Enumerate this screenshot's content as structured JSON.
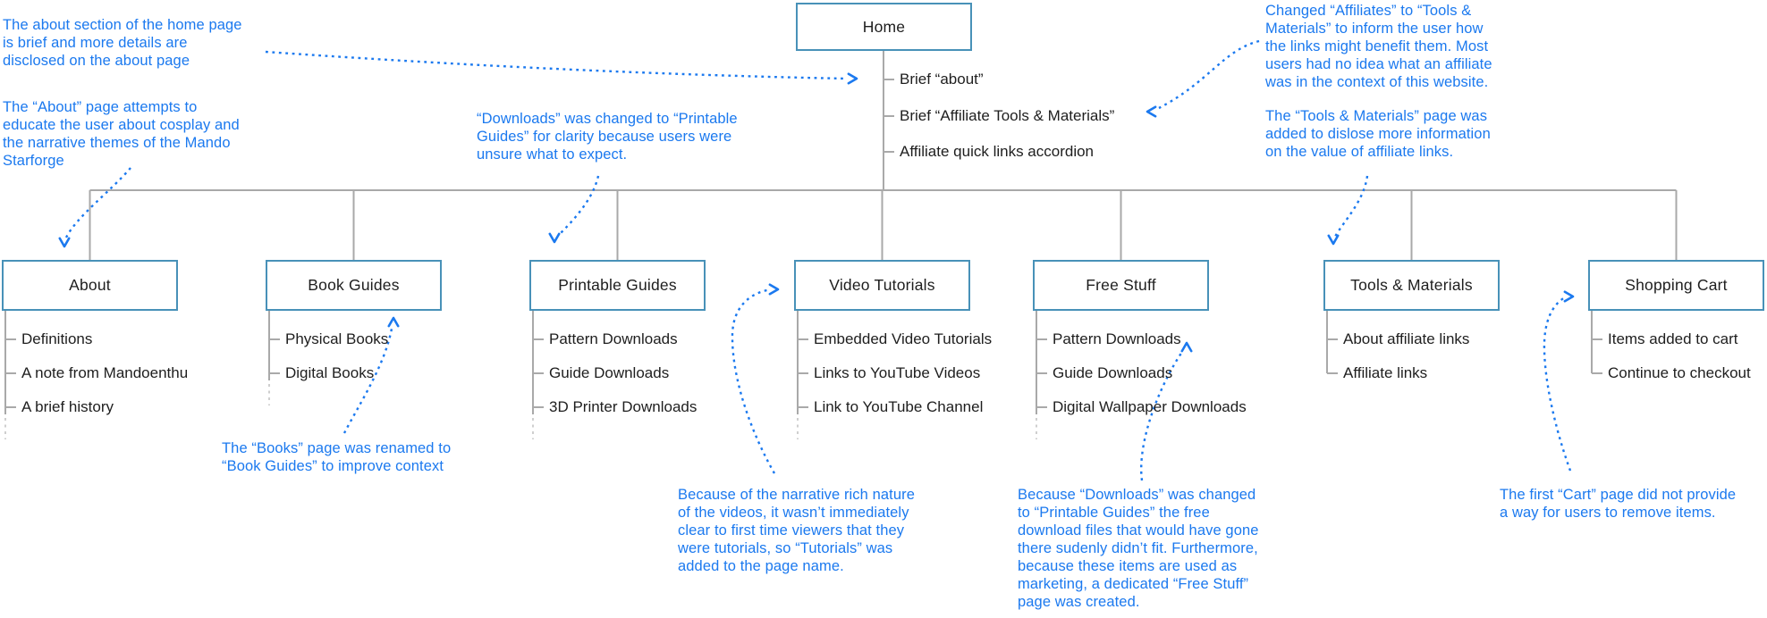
{
  "colors": {
    "annotation_blue": "#1b79ef",
    "node_border_teal": "#4891b8",
    "connector_gray": "#a9a9a9",
    "truncation_gray": "#cfcfcf",
    "text_black": "#1e1e1e",
    "background": "#ffffff"
  },
  "tree": {
    "nodes": [
      {
        "id": "home",
        "label": "Home",
        "items": [
          "Brief “about”",
          "Brief “Affiliate Tools & Materials”",
          "Affiliate quick links accordion"
        ],
        "truncated": false
      },
      {
        "id": "about",
        "label": "About",
        "items": [
          "Definitions",
          "A note from Mandoenthu",
          "A brief history"
        ],
        "truncated": true
      },
      {
        "id": "books",
        "label": "Book Guides",
        "items": [
          "Physical Books",
          "Digital Books"
        ],
        "truncated": true
      },
      {
        "id": "printable",
        "label": "Printable Guides",
        "items": [
          "Pattern Downloads",
          "Guide Downloads",
          "3D Printer Downloads"
        ],
        "truncated": true
      },
      {
        "id": "video",
        "label": "Video Tutorials",
        "items": [
          "Embedded Video Tutorials",
          "Links to YouTube Videos",
          "Link to YouTube Channel"
        ],
        "truncated": true
      },
      {
        "id": "free",
        "label": "Free Stuff",
        "items": [
          "Pattern Downloads",
          "Guide Downloads",
          "Digital Wallpaper Downloads"
        ],
        "truncated": true
      },
      {
        "id": "tools",
        "label": "Tools & Materials",
        "items": [
          "About affiliate links",
          "Affiliate links"
        ],
        "truncated": false
      },
      {
        "id": "cart",
        "label": "Shopping Cart",
        "items": [
          "Items added to cart",
          "Continue to checkout"
        ],
        "truncated": false
      }
    ]
  },
  "annotations": {
    "about_home": {
      "text": "The about section of the home page\nis brief and more details are\ndisclosed on the about page"
    },
    "about_page": {
      "text": "The “About” page attempts to\neducate the user about cosplay and\nthe narrative themes of the Mando\nStarforge"
    },
    "downloads_renamed": {
      "text": "“Downloads” was changed to “Printable\nGuides” for clarity because users were\nunsure what to expect."
    },
    "affiliates_renamed": {
      "text": "Changed “Affiliates” to “Tools &\nMaterials” to inform the user how\nthe links might benefit them. Most\nusers had no idea what an affiliate\nwas in the context of this website."
    },
    "tools_added": {
      "text": "The “Tools & Materials” page was\nadded to dislose more information\non the value of affiliate links."
    },
    "books_renamed": {
      "text": "The “Books” page was renamed to\n“Book Guides” to improve context"
    },
    "tutorials_added": {
      "text": "Because of the narrative rich nature\nof the videos, it wasn’t immediately\nclear to first time viewers that they\nwere tutorials, so “Tutorials” was\nadded to the page name."
    },
    "free_stuff_created": {
      "text": "Because “Downloads” was changed\nto “Printable Guides” the free\ndownload files that would have gone\nthere sudenly didn’t fit. Furthermore,\nbecause these items are used as\nmarketing, a dedicated “Free Stuff”\npage was created."
    },
    "cart_remove_items": {
      "text": "The first “Cart” page did not provide\na way for users to remove items."
    }
  }
}
